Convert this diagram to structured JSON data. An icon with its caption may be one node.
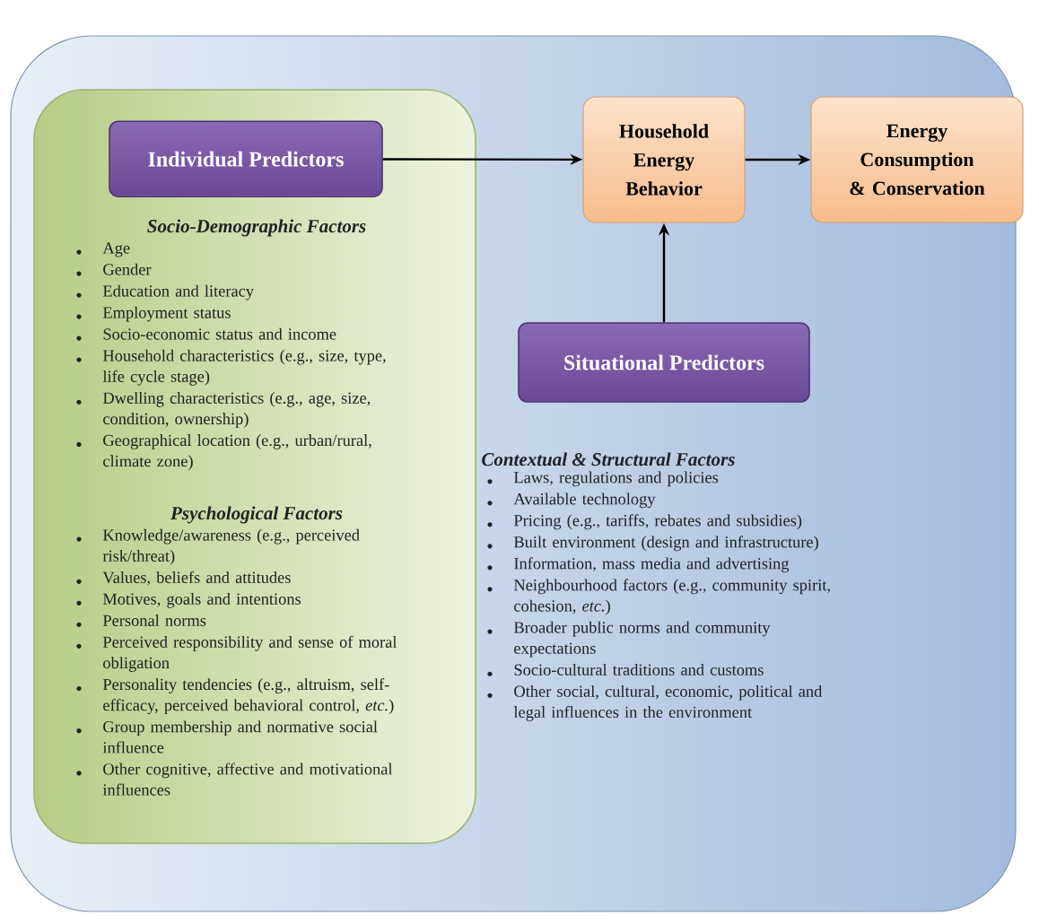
{
  "diagram": {
    "nodes": [
      {
        "text": [
          "Socio-Demographic Factors",
          "Age",
          "Gender",
          "Education and literacy",
          "Employment status",
          "Socio-economic status and income",
          "Household characteristics (e.g., size, type, life cycle stage)",
          "Dwelling characteristics (e.g., age, size, condition, ownership)",
          "Geographical location (e.g., urban/rural, climate zone)",
          "Psychological Factors",
          "Knowledge/awareness (e.g., perceived risk/threat)",
          "Values, beliefs and attitudes",
          "Motives, goals and intentions",
          "Personal norms",
          "Perceived responsibility and sense of moral obligation",
          "Personality tendencies (e.g., altruism, self-efficacy, perceived behavioral control, *etc.*)",
          "Group membership and normative social influence",
          "Other cognitive, affective and motivational influences"
        ]
      },
      {
        "text": [
          "Individual Predictors"
        ],
        "in": 0
      },
      {
        "text": [
          "Household Energy Behavior"
        ]
      },
      {
        "text": [
          "Energy Consumption & Conservation"
        ]
      },
      {
        "text": [
          "Situational Predictors"
        ]
      }
    ],
    "edges": [
      {
        "from": 1,
        "to": 2,
        "arrow": "to"
      },
      {
        "from": 2,
        "to": 3,
        "arrow": "to"
      },
      {
        "from": 4,
        "to": 2,
        "arrow": "to"
      }
    ],
    "labels": [
      "Contextual & Structural Factors",
      "Laws, regulations and policies",
      "Available technology",
      "Pricing (e.g., tariffs, rebates and subsidies)",
      "Built environment (design and infrastructure)",
      "Information, mass media and advertising",
      "Neighbourhood factors (e.g., community spirit, cohesion, *etc.*)",
      "Broader public norms and community expectations",
      "Socio-cultural traditions and customs",
      "Other social, cultural, economic, political and legal influences in the environment"
    ]
  }
}
